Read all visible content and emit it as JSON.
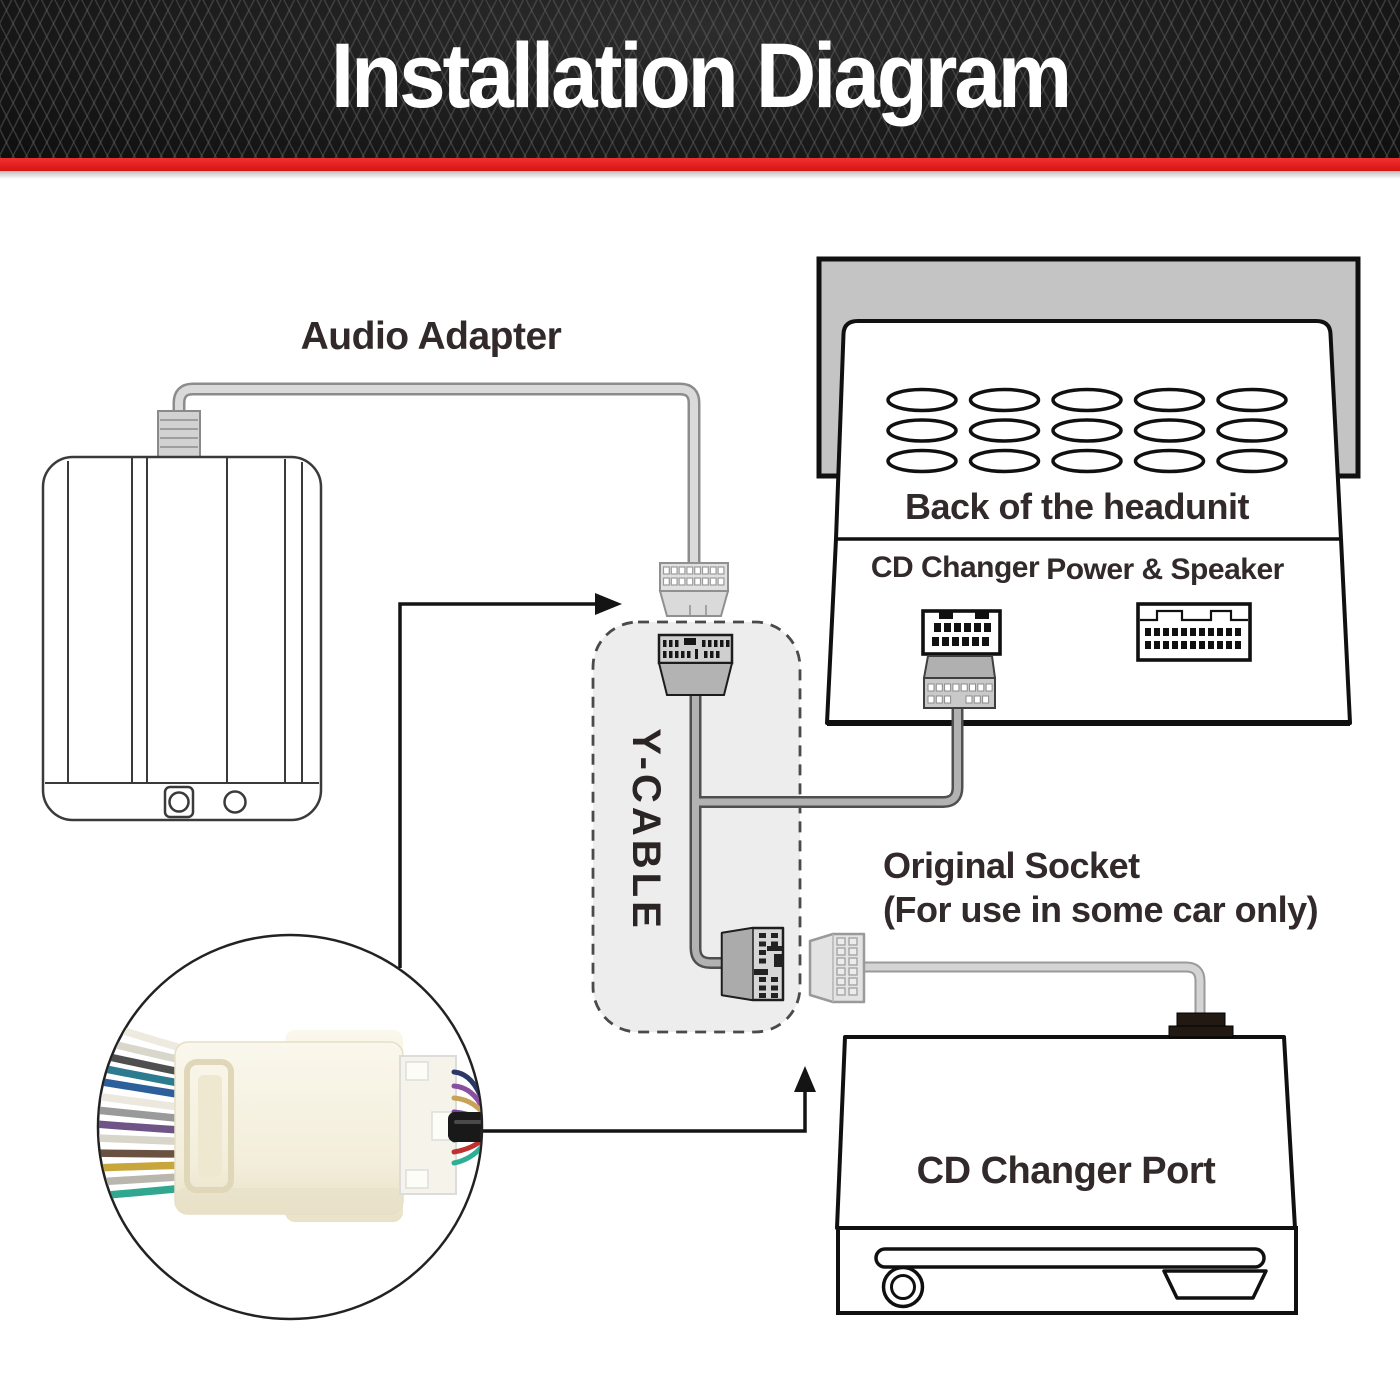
{
  "title": "Installation Diagram",
  "banner": {
    "stripe_red": "#e41b1b",
    "background": "#131313",
    "title_color": "#ffffff"
  },
  "labels": {
    "audio_adapter": "Audio Adapter",
    "back_of_headunit": "Back of the headunit",
    "cd_changer": "CD Changer",
    "power_speaker": "Power & Speaker",
    "y_cable": "Y-CABLE",
    "original_socket_line1": "Original Socket",
    "original_socket_line2": "(For use in some car only)",
    "cd_changer_port": "CD Changer Port"
  },
  "colors": {
    "label_text": "#322a2a",
    "cable_gray": "#b9b9b9",
    "cable_light": "#d6d6d6",
    "ybox_fill": "#ededed",
    "headunit_gray": "#c4c4c4",
    "line_black": "#141414"
  }
}
